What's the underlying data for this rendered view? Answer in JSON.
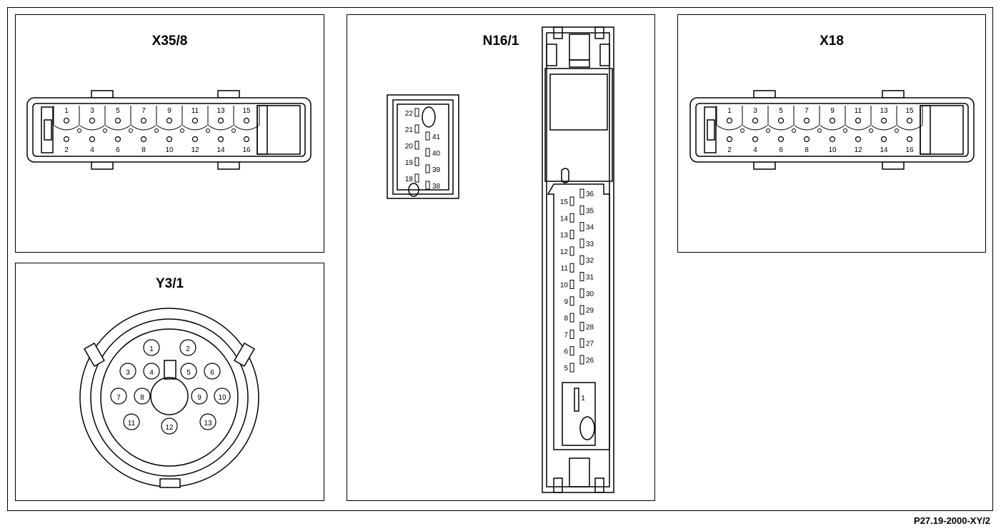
{
  "connectors": {
    "x35_8": {
      "label": "X35/8",
      "top_pins": [
        "1",
        "3",
        "5",
        "7",
        "9",
        "11",
        "13",
        "15"
      ],
      "bottom_pins": [
        "2",
        "4",
        "6",
        "8",
        "10",
        "12",
        "14",
        "16"
      ]
    },
    "x18": {
      "label": "X18",
      "top_pins": [
        "1",
        "3",
        "5",
        "7",
        "9",
        "11",
        "13",
        "15"
      ],
      "bottom_pins": [
        "2",
        "4",
        "6",
        "8",
        "10",
        "12",
        "14",
        "16"
      ]
    },
    "y3_1": {
      "label": "Y3/1",
      "pins": [
        "1",
        "2",
        "3",
        "4",
        "5",
        "6",
        "7",
        "8",
        "9",
        "10",
        "11",
        "12",
        "13"
      ]
    },
    "n16_1": {
      "label": "N16/1",
      "small_block_left": [
        "22",
        "21",
        "20",
        "19",
        "18"
      ],
      "small_block_right": [
        "41",
        "40",
        "39",
        "38"
      ],
      "main_left": [
        "15",
        "14",
        "13",
        "12",
        "11",
        "10",
        "9",
        "8",
        "7",
        "6",
        "5"
      ],
      "main_right": [
        "36",
        "35",
        "34",
        "33",
        "32",
        "31",
        "30",
        "29",
        "28",
        "27",
        "26"
      ],
      "main_bottom": "1"
    }
  },
  "figure_ref": "P27.19-2000-XY/2"
}
